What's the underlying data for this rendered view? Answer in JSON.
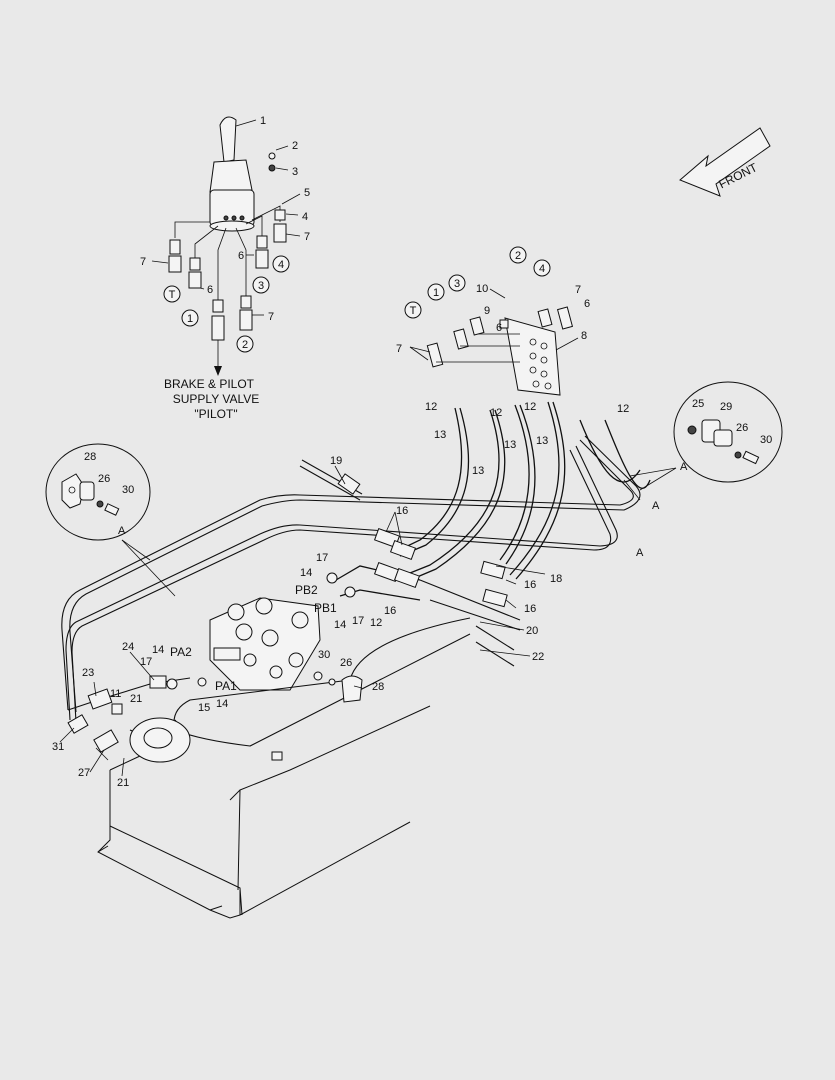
{
  "front_label": "FRONT",
  "pilot_label": {
    "line1": "BRAKE & PILOT",
    "line2": "SUPPLY VALVE",
    "line3": "\"PILOT\""
  },
  "circled": {
    "T": "T",
    "one": "1",
    "two": "2",
    "three": "3",
    "four": "4"
  },
  "callouts": {
    "c1": "1",
    "c2": "2",
    "c3": "3",
    "c4": "4",
    "c5": "5",
    "c6": "6",
    "c7": "7",
    "c8": "8",
    "c9": "9",
    "c10": "10",
    "c11": "11",
    "c12": "12",
    "c13": "13",
    "c14": "14",
    "c15": "15",
    "c16": "16",
    "c17": "17",
    "c18": "18",
    "c19": "19",
    "c20": "20",
    "c21": "21",
    "c22": "22",
    "c23": "23",
    "c24": "24",
    "c25": "25",
    "c26": "26",
    "c27": "27",
    "c28": "28",
    "c29": "29",
    "c30": "30",
    "c31": "31",
    "A": "A"
  },
  "ports": {
    "PA1": "PA1",
    "PA2": "PA2",
    "PB1": "PB1",
    "PB2": "PB2"
  }
}
